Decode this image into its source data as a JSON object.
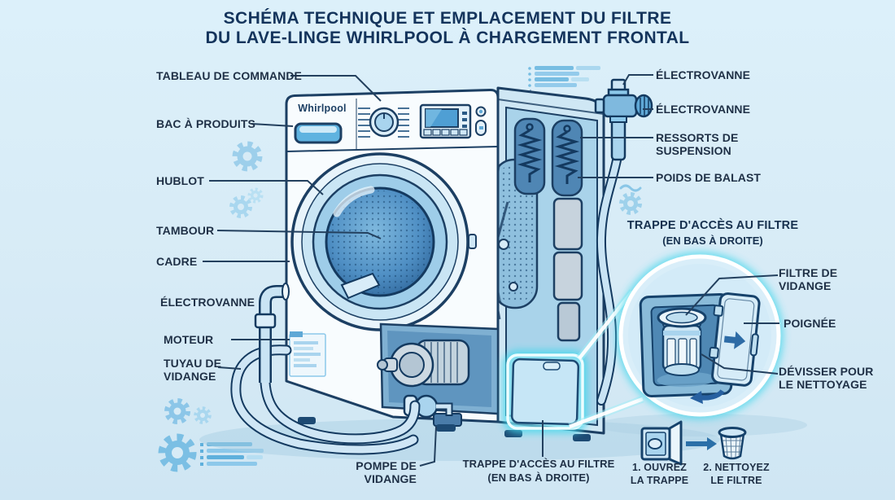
{
  "title": {
    "line1": "SCHÉMA TECHNIQUE ET EMPLACEMENT DU FILTRE",
    "line2": "DU LAVE-LINGE WHIRLPOOL À CHARGEMENT FRONTAL"
  },
  "machine": {
    "brand": "Whirlpool"
  },
  "labels_left": [
    {
      "id": "control-panel",
      "text": "TABLEAU DE COMMANDE"
    },
    {
      "id": "detergent-drawer",
      "text": "BAC À PRODUITS"
    },
    {
      "id": "porthole-door",
      "text": "HUBLOT"
    },
    {
      "id": "drum",
      "text": "TAMBOUR"
    },
    {
      "id": "frame",
      "text": "CADRE"
    },
    {
      "id": "solenoid-valve",
      "text": "ÉLECTROVANNE"
    },
    {
      "id": "motor",
      "text": "MOTEUR"
    },
    {
      "id": "drain-hose",
      "text": "TUYAU DE\nVIDANGE"
    }
  ],
  "labels_right": [
    {
      "id": "solenoid-valve-top",
      "text": "ÉLECTROVANNE"
    },
    {
      "id": "solenoid-valve-side",
      "text": "ÉLECTROVANNE"
    },
    {
      "id": "suspension-springs",
      "text": "RESSORTS DE\nSUSPENSION"
    },
    {
      "id": "ballast-weight",
      "text": "POIDS DE BALAST"
    }
  ],
  "inset": {
    "title": "TRAPPE D'ACCÈS AU FILTRE",
    "subtitle": "(EN BAS À DROITE)",
    "labels": [
      {
        "id": "drain-filter",
        "text": "FILTRE DE\nVIDANGE"
      },
      {
        "id": "handle",
        "text": "POIGNÉE"
      },
      {
        "id": "unscrew",
        "text": "DÉVISSER POUR\nLE NETTOYAGE"
      }
    ]
  },
  "bottom": {
    "pump": "POMPE DE VIDANGE",
    "trap_line1": "TRAPPE D'ACCÈS AU FILTRE",
    "trap_line2": "(EN BAS À DROITE)",
    "steps": [
      {
        "icon": "open-trap-icon",
        "text": "1. OUVREZ\nLA TRAPPE"
      },
      {
        "icon": "filter-icon",
        "text": "2. NETTOYEZ\nLE FILTRE"
      }
    ]
  },
  "icons": {
    "gear": "gear-icon",
    "list_lines": "list-lines-icon",
    "water_waves": "waves-icon",
    "inlet_valve": "valve-icon",
    "step_arrow": "arrow-right-icon",
    "open_trap": "open-trap-icon",
    "clean_filter": "filter-icon",
    "rotate_arrow": "curved-arrow-icon"
  },
  "colors": {
    "background": "#d7ebf6",
    "outline_navy": "#1c3f63",
    "title_text": "#14345c",
    "label_text": "#1f3046",
    "machine_body": "#f8fcfe",
    "machine_blue": "#7fb9de",
    "light_blue": "#cfe7f5",
    "glow_cyan": "#3fd8ec",
    "decor_blue": "#8cc8ea"
  }
}
